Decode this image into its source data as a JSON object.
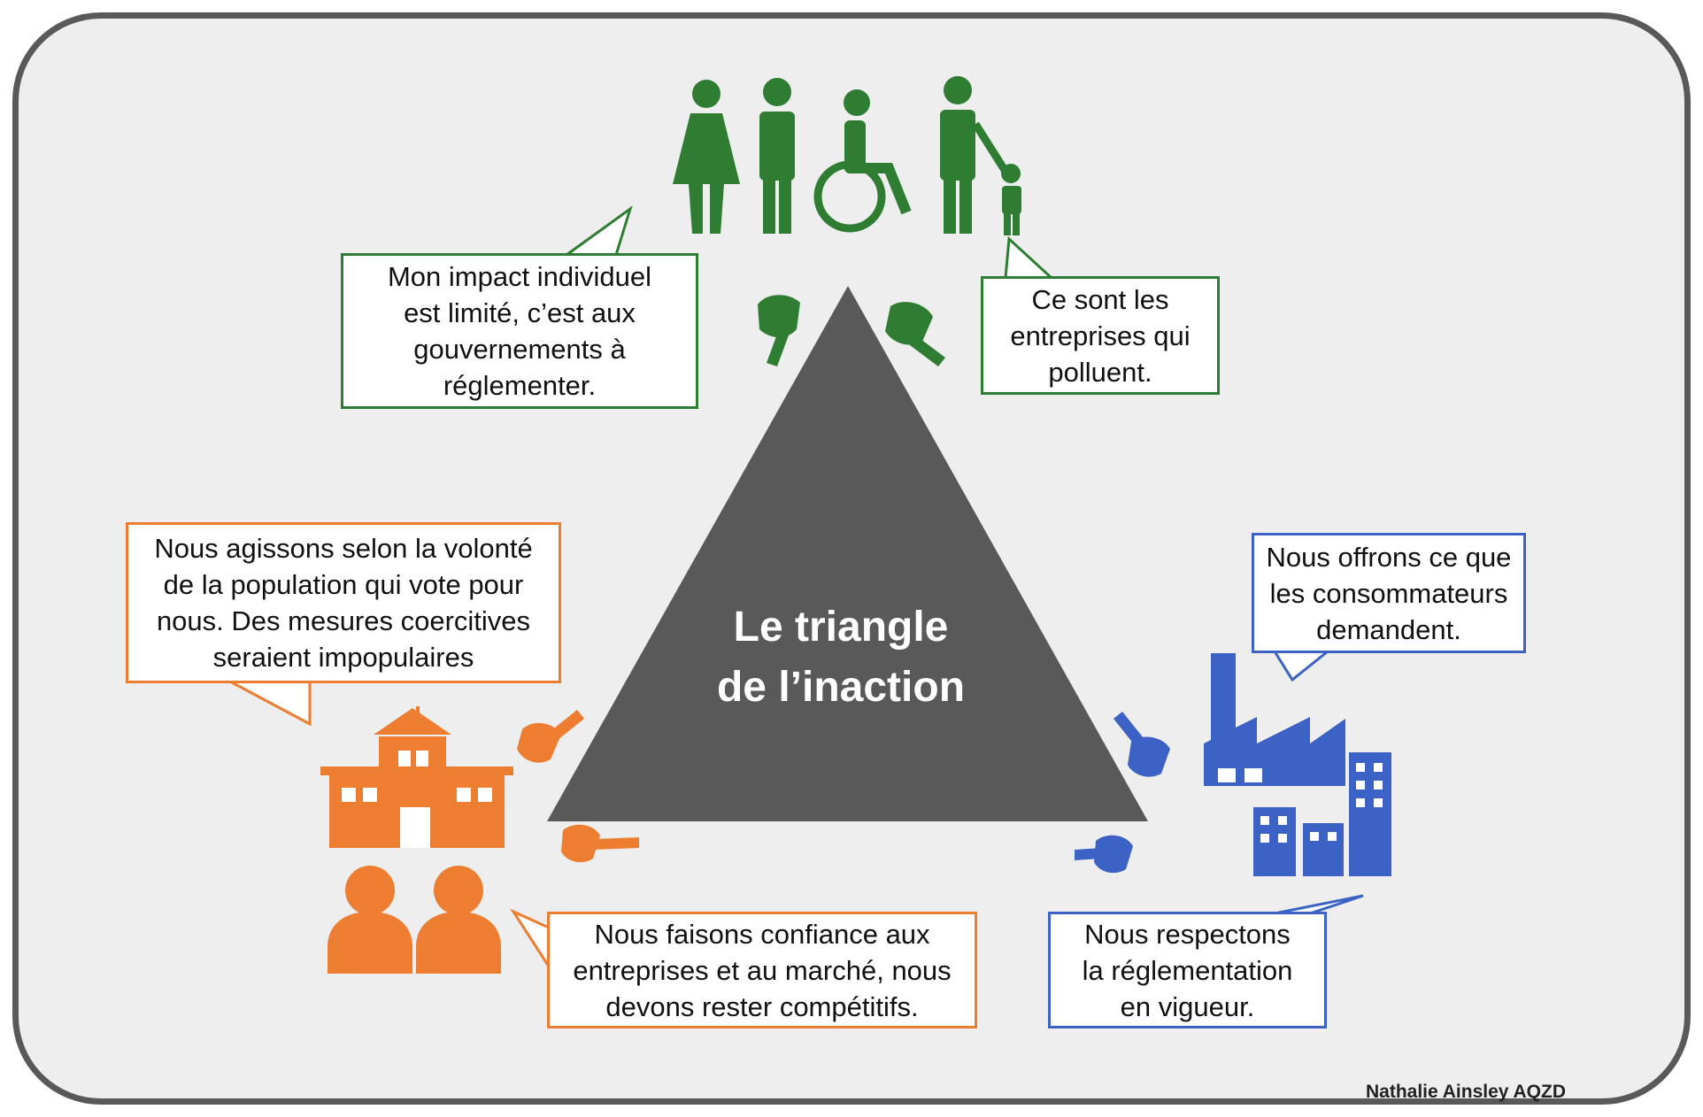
{
  "colors": {
    "green": "#2e7d32",
    "orange": "#ed7d31",
    "blue": "#3b62c4",
    "triangle": "#595959",
    "frame_bg": "#eeeeee",
    "frame_border": "#595959"
  },
  "triangle": {
    "title": "Le triangle\nde l’inaction"
  },
  "bubbles": {
    "top_left": "Mon impact individuel\nest limité, c’est aux\ngouvernements à\nréglementer.",
    "top_right": "Ce sont les\nentreprises qui\npolluent.",
    "mid_left": "Nous agissons selon la volonté\nde la population qui vote pour\nnous. Des mesures coercitives\nseraient impopulaires",
    "bottom_center": "Nous faisons confiance aux\nentreprises et au marché, nous\ndevons rester compétitifs.",
    "mid_right": "Nous offrons ce que\nles consommateurs\ndemandent.",
    "bottom_right": "Nous respectons\nla réglementation\nen vigueur."
  },
  "icons": {
    "citizens": "people-family-icon",
    "government": "government-building-icon",
    "business": "factory-buildings-icon",
    "pointer": "pointing-hand-icon"
  },
  "credit": "Nathalie Ainsley AQZD"
}
